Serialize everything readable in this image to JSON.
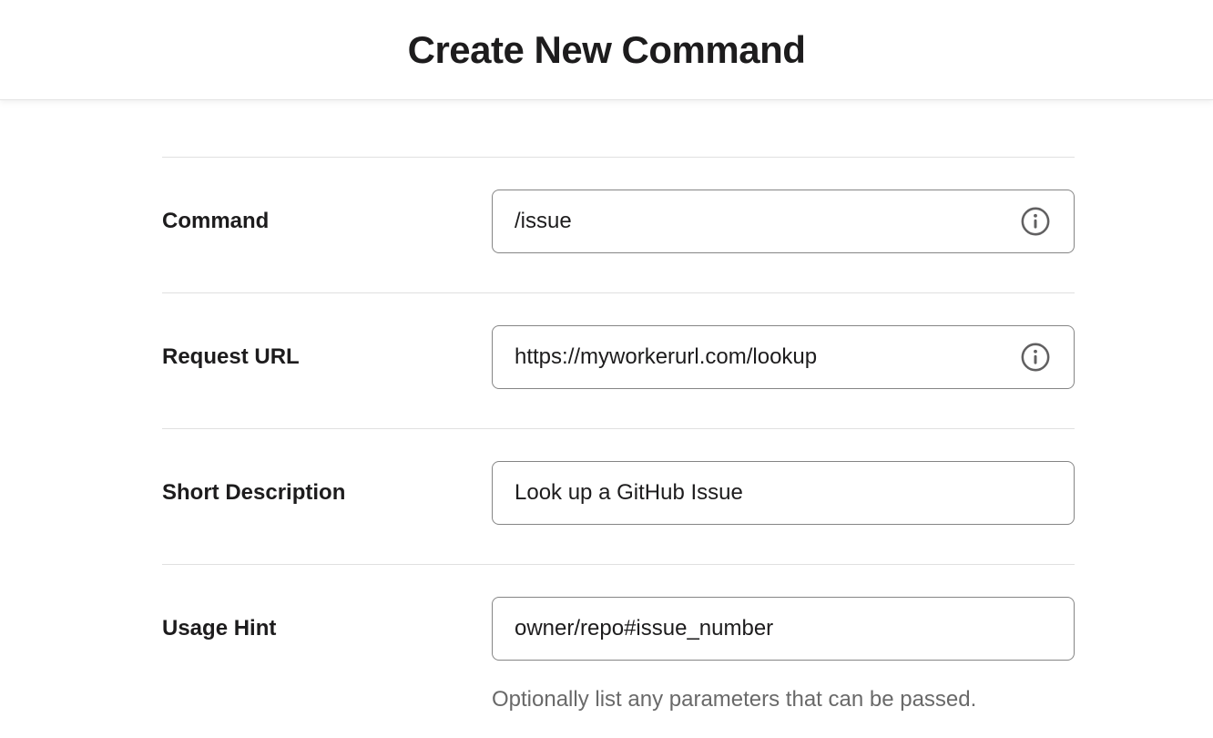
{
  "header": {
    "title": "Create New Command"
  },
  "form": {
    "fields": [
      {
        "label": "Command",
        "value": "/issue",
        "has_info_icon": true
      },
      {
        "label": "Request URL",
        "value": "https://myworkerurl.com/lookup",
        "has_info_icon": true
      },
      {
        "label": "Short Description",
        "value": "Look up a GitHub Issue",
        "has_info_icon": false
      },
      {
        "label": "Usage Hint",
        "value": "owner/repo#issue_number",
        "has_info_icon": false,
        "helper": "Optionally list any parameters that can be passed."
      }
    ]
  },
  "icons": {
    "info": "info-circle-icon"
  },
  "colors": {
    "background": "#ffffff",
    "title_text": "#1d1c1d",
    "label_text": "#1d1c1d",
    "input_text": "#1d1c1d",
    "input_border": "#858585",
    "row_divider": "#e0e0e0",
    "header_border": "#e3e3e3",
    "helper_text": "#696969",
    "info_icon": "#616061"
  }
}
